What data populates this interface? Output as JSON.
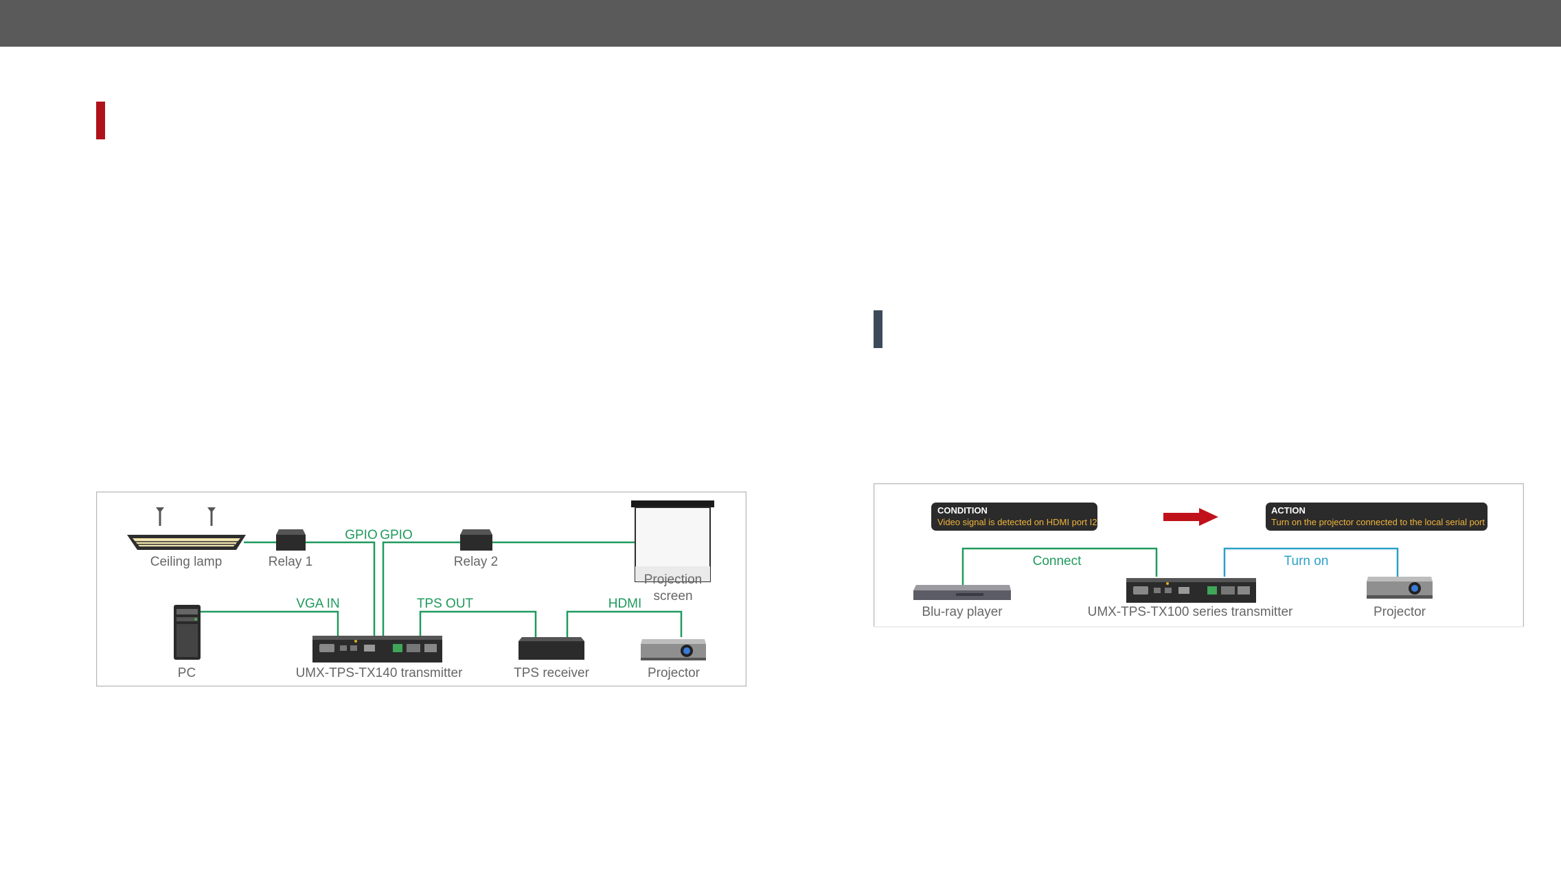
{
  "colors": {
    "topbar": "#5a5a5a",
    "accent_red": "#b0121b",
    "accent_dark": "#3d4a5a",
    "wire_green": "#1e9a5c",
    "wire_blue": "#2aa0c8",
    "arrow_red": "#c0111a"
  },
  "diagram1": {
    "devices": {
      "ceiling_lamp": "Ceiling lamp",
      "relay1": "Relay 1",
      "relay2": "Relay 2",
      "projection_screen_line1": "Projection",
      "projection_screen_line2": "screen",
      "pc": "PC",
      "transmitter": "UMX-TPS-TX140 transmitter",
      "tps_receiver": "TPS receiver",
      "projector": "Projector"
    },
    "links": {
      "gpio_left": "GPIO",
      "gpio_right": "GPIO",
      "vga_in": "VGA IN",
      "tps_out": "TPS OUT",
      "hdmi": "HDMI"
    }
  },
  "diagram2": {
    "condition": {
      "title": "CONDITION",
      "text": "Video signal is detected on HDMI port I2"
    },
    "action": {
      "title": "ACTION",
      "text": "Turn on the projector connected to the local serial port"
    },
    "links": {
      "connect": "Connect",
      "turn_on": "Turn on"
    },
    "devices": {
      "bluray": "Blu-ray player",
      "transmitter": "UMX-TPS-TX100 series transmitter",
      "projector": "Projector"
    }
  }
}
